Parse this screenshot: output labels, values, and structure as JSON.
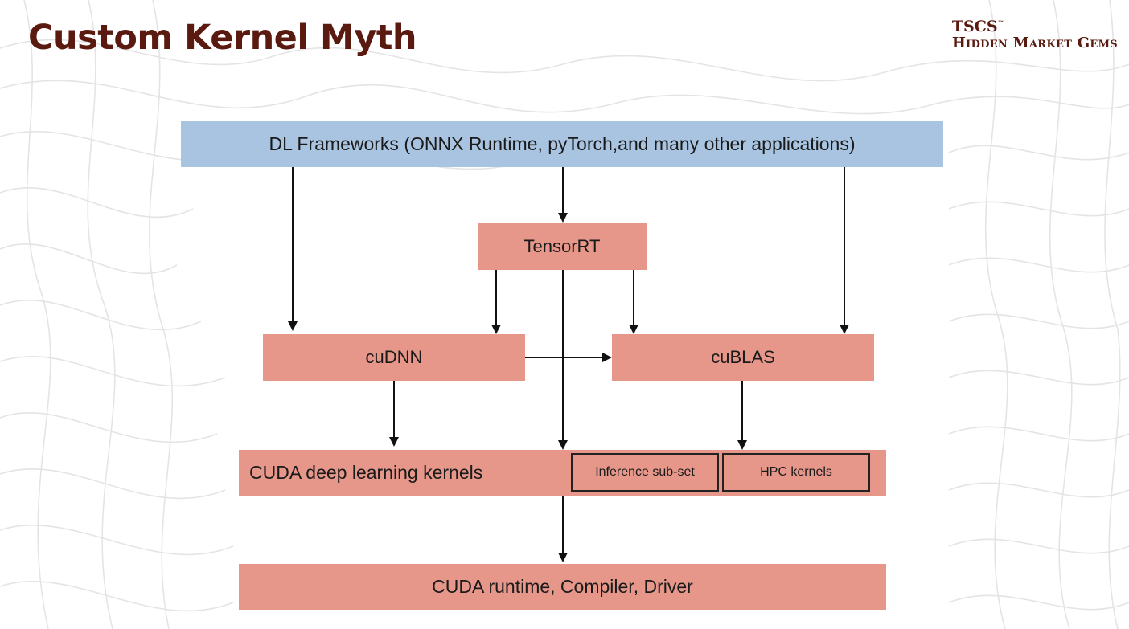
{
  "title": "Custom Kernel Myth",
  "brand": {
    "name": "TSCS",
    "trademark": "™",
    "tagline": "Hidden Market Gems"
  },
  "colors": {
    "title": "#5a1a10",
    "blue_box": "#a8c4e0",
    "red_box": "#e6978a",
    "arrow": "#111111"
  },
  "diagram": {
    "frameworks": "DL Frameworks (ONNX Runtime, pyTorch,and many other applications)",
    "tensorrt": "TensorRT",
    "cudnn": "cuDNN",
    "cublas": "cuBLAS",
    "cuda_kernels": "CUDA deep learning kernels",
    "inference_subset": "Inference sub-set",
    "hpc_kernels": "HPC kernels",
    "cuda_runtime": "CUDA runtime, Compiler, Driver"
  }
}
